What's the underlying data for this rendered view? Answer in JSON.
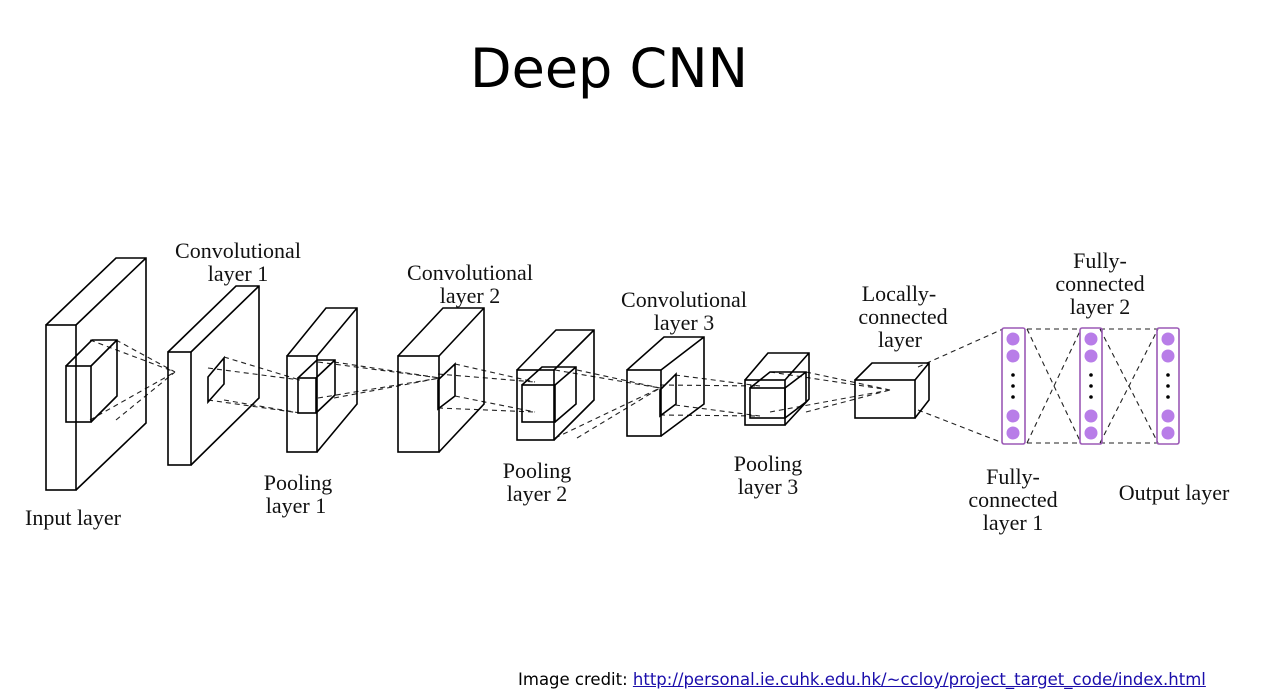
{
  "slide": {
    "title": "Deep CNN"
  },
  "labels": {
    "input": "Input layer",
    "conv1": [
      "Convolutional",
      "layer 1"
    ],
    "pool1": [
      "Pooling",
      "layer 1"
    ],
    "conv2": [
      "Convolutional",
      "layer 2"
    ],
    "pool2": [
      "Pooling",
      "layer 2"
    ],
    "conv3": [
      "Convolutional",
      "layer 3"
    ],
    "pool3": [
      "Pooling",
      "layer 3"
    ],
    "local": [
      "Locally-",
      "connected",
      "layer"
    ],
    "fc1": [
      "Fully-",
      "connected",
      "layer 1"
    ],
    "fc2": [
      "Fully-",
      "connected",
      "layer 2"
    ],
    "output": "Output layer"
  },
  "credit": {
    "prefix": "Image credit: ",
    "url": "http://personal.ie.cuhk.edu.hk/~ccloy/project_target_code/index.html"
  },
  "colors": {
    "neuron": "#b87de8",
    "fc_border": "#9b59b6",
    "line": "#000000"
  },
  "icons": {
    "fc_column": "vertical-neuron-column"
  }
}
